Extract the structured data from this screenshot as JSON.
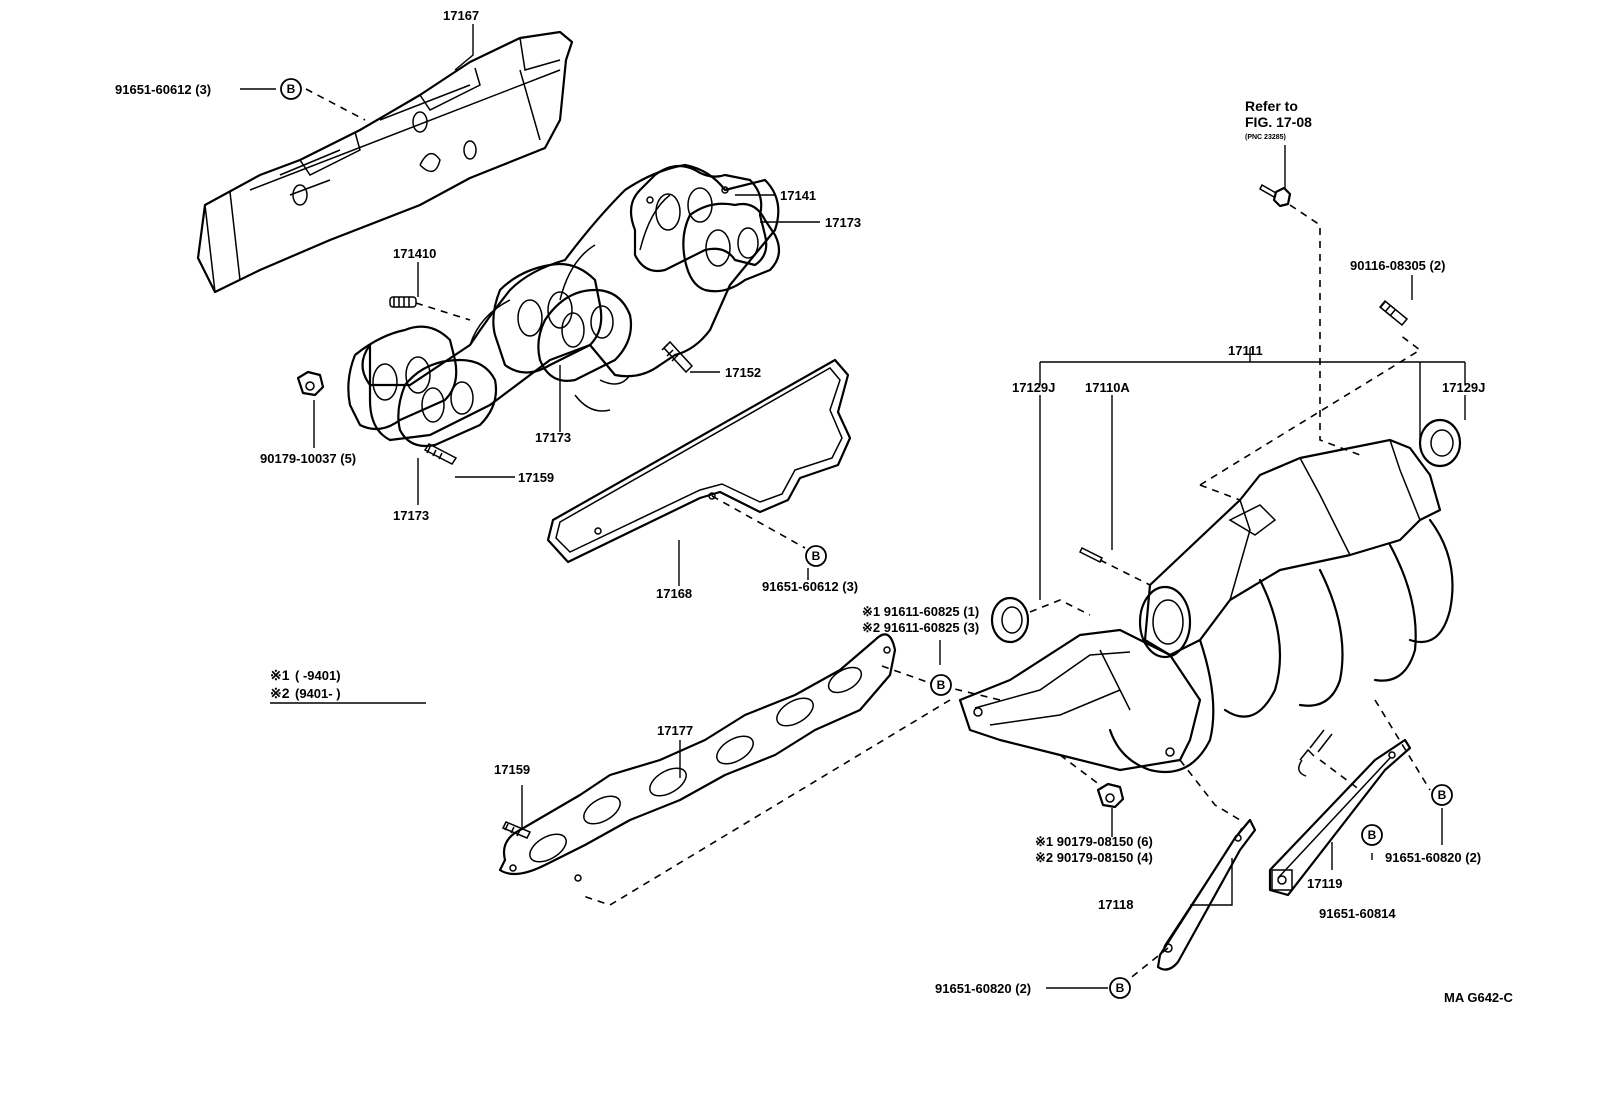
{
  "labels": {
    "p17167": "17167",
    "p91651_60612_top": "91651-60612 (3)",
    "p17141": "17141",
    "p17173_right": "17173",
    "p171410": "171410",
    "p17152": "17152",
    "p90179_10037": "90179-10037 (5)",
    "p17173_mid": "17173",
    "p17159_upper": "17159",
    "p17173_bottom": "17173",
    "p17168": "17168",
    "p91651_60612_mid": "91651-60612 (3)",
    "ref_line1": "Refer to",
    "ref_line2": "FIG. 17-08",
    "ref_line3": "(PNC 23285)",
    "p90116_08305": "90116-08305 (2)",
    "p17111": "17111",
    "p17129J_left": "17129J",
    "p17110A": "17110A",
    "p17129J_right": "17129J",
    "note1_91611": "※1 91611-60825 (1)",
    "note2_91611": "※2 91611-60825 (3)",
    "legend1_mark": "※1",
    "legend1_range": "(        -9401)",
    "legend2_mark": "※2",
    "legend2_range": "(9401-        )",
    "p17177": "17177",
    "p17159_lower": "17159",
    "note1_90179": "※1  90179-08150 (6)",
    "note2_90179": "※2  90179-08150 (4)",
    "p17118": "17118",
    "p91651_60820_bottom": "91651-60820 (2)",
    "p17119": "17119",
    "p91651_60814": "91651-60814",
    "p91651_60820_right": "91651-60820 (2)",
    "catalog_code": "MA G642-C",
    "bolt_mark": "B"
  }
}
